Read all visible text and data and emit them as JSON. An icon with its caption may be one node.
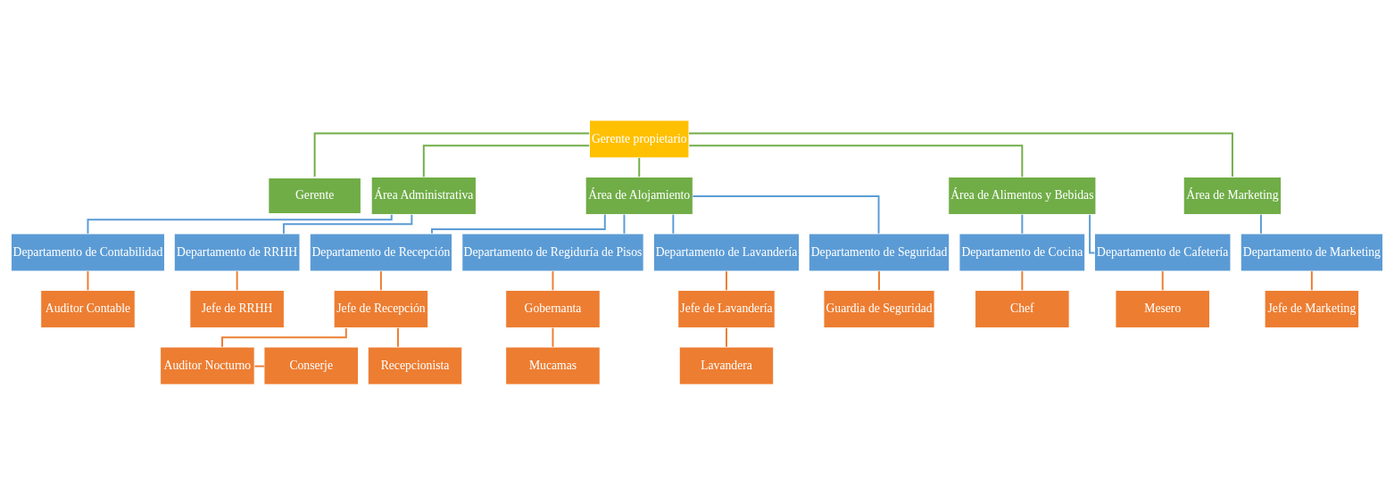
{
  "diagram": {
    "nodes": [
      {
        "text": [
          "Gerente propietario"
        ]
      },
      {
        "text": [
          "Gerente"
        ]
      },
      {
        "text": [
          "Área Administrativa"
        ]
      },
      {
        "text": [
          "Área de Alojamiento"
        ]
      },
      {
        "text": [
          "Área de Alimentos y Bebidas"
        ]
      },
      {
        "text": [
          "Área de Marketing"
        ]
      },
      {
        "text": [
          "Departamento de Contabilidad"
        ]
      },
      {
        "text": [
          "Departamento de RRHH"
        ]
      },
      {
        "text": [
          "Departamento de Recepción"
        ]
      },
      {
        "text": [
          "Departamento de Regiduría de Pisos"
        ]
      },
      {
        "text": [
          "Departamento de Lavandería"
        ]
      },
      {
        "text": [
          "Departamento de Seguridad"
        ]
      },
      {
        "text": [
          "Departamento de Cocina"
        ]
      },
      {
        "text": [
          "Departamento de Cafetería"
        ]
      },
      {
        "text": [
          "Departamento de Marketing"
        ]
      },
      {
        "text": [
          "Auditor Contable"
        ]
      },
      {
        "text": [
          "Jefe de RRHH"
        ]
      },
      {
        "text": [
          "Jefe de Recepción"
        ]
      },
      {
        "text": [
          "Gobernanta"
        ]
      },
      {
        "text": [
          "Jefe de Lavandería"
        ]
      },
      {
        "text": [
          "Guardia de Seguridad"
        ]
      },
      {
        "text": [
          "Chef"
        ]
      },
      {
        "text": [
          "Mesero"
        ]
      },
      {
        "text": [
          "Jefe de Marketing"
        ]
      },
      {
        "text": [
          "Conserje"
        ]
      },
      {
        "text": [
          "Auditor Nocturno"
        ]
      },
      {
        "text": [
          "Recepcionista"
        ]
      },
      {
        "text": [
          "Mucamas"
        ]
      },
      {
        "text": [
          "Lavandera"
        ]
      }
    ],
    "edges": [
      {
        "from": 0,
        "to": 1,
        "arrow": "none",
        "color": "#70ad47"
      },
      {
        "from": 0,
        "to": 2,
        "arrow": "none",
        "color": "#70ad47"
      },
      {
        "from": 0,
        "to": 3,
        "arrow": "none",
        "color": "#70ad47"
      },
      {
        "from": 0,
        "to": 4,
        "arrow": "none",
        "color": "#70ad47"
      },
      {
        "from": 0,
        "to": 5,
        "arrow": "none",
        "color": "#70ad47"
      },
      {
        "from": 2,
        "to": 6,
        "arrow": "none",
        "color": "#5b9bd5"
      },
      {
        "from": 2,
        "to": 7,
        "arrow": "none",
        "color": "#5b9bd5"
      },
      {
        "from": 3,
        "to": 8,
        "arrow": "none",
        "color": "#5b9bd5"
      },
      {
        "from": 3,
        "to": 9,
        "arrow": "none",
        "color": "#5b9bd5"
      },
      {
        "from": 3,
        "to": 10,
        "arrow": "none",
        "color": "#5b9bd5"
      },
      {
        "from": 3,
        "to": 11,
        "arrow": "none",
        "color": "#5b9bd5"
      },
      {
        "from": 4,
        "to": 12,
        "arrow": "none",
        "color": "#5b9bd5"
      },
      {
        "from": 4,
        "to": 13,
        "arrow": "none",
        "color": "#5b9bd5"
      },
      {
        "from": 5,
        "to": 14,
        "arrow": "none",
        "color": "#5b9bd5"
      },
      {
        "from": 6,
        "to": 15,
        "arrow": "none"
      },
      {
        "from": 7,
        "to": 16,
        "arrow": "none"
      },
      {
        "from": 8,
        "to": 17,
        "arrow": "none"
      },
      {
        "from": 9,
        "to": 18,
        "arrow": "none"
      },
      {
        "from": 10,
        "to": 19,
        "arrow": "none"
      },
      {
        "from": 11,
        "to": 20,
        "arrow": "none"
      },
      {
        "from": 12,
        "to": 21,
        "arrow": "none"
      },
      {
        "from": 13,
        "to": 22,
        "arrow": "none"
      },
      {
        "from": 14,
        "to": 23,
        "arrow": "none"
      },
      {
        "from": 17,
        "to": 26,
        "arrow": "none"
      },
      {
        "from": 17,
        "to": 25,
        "arrow": "none"
      },
      {
        "from": 25,
        "to": 24,
        "arrow": "none"
      },
      {
        "from": 18,
        "to": 27,
        "arrow": "none"
      },
      {
        "from": 19,
        "to": 28,
        "arrow": "none"
      }
    ]
  }
}
